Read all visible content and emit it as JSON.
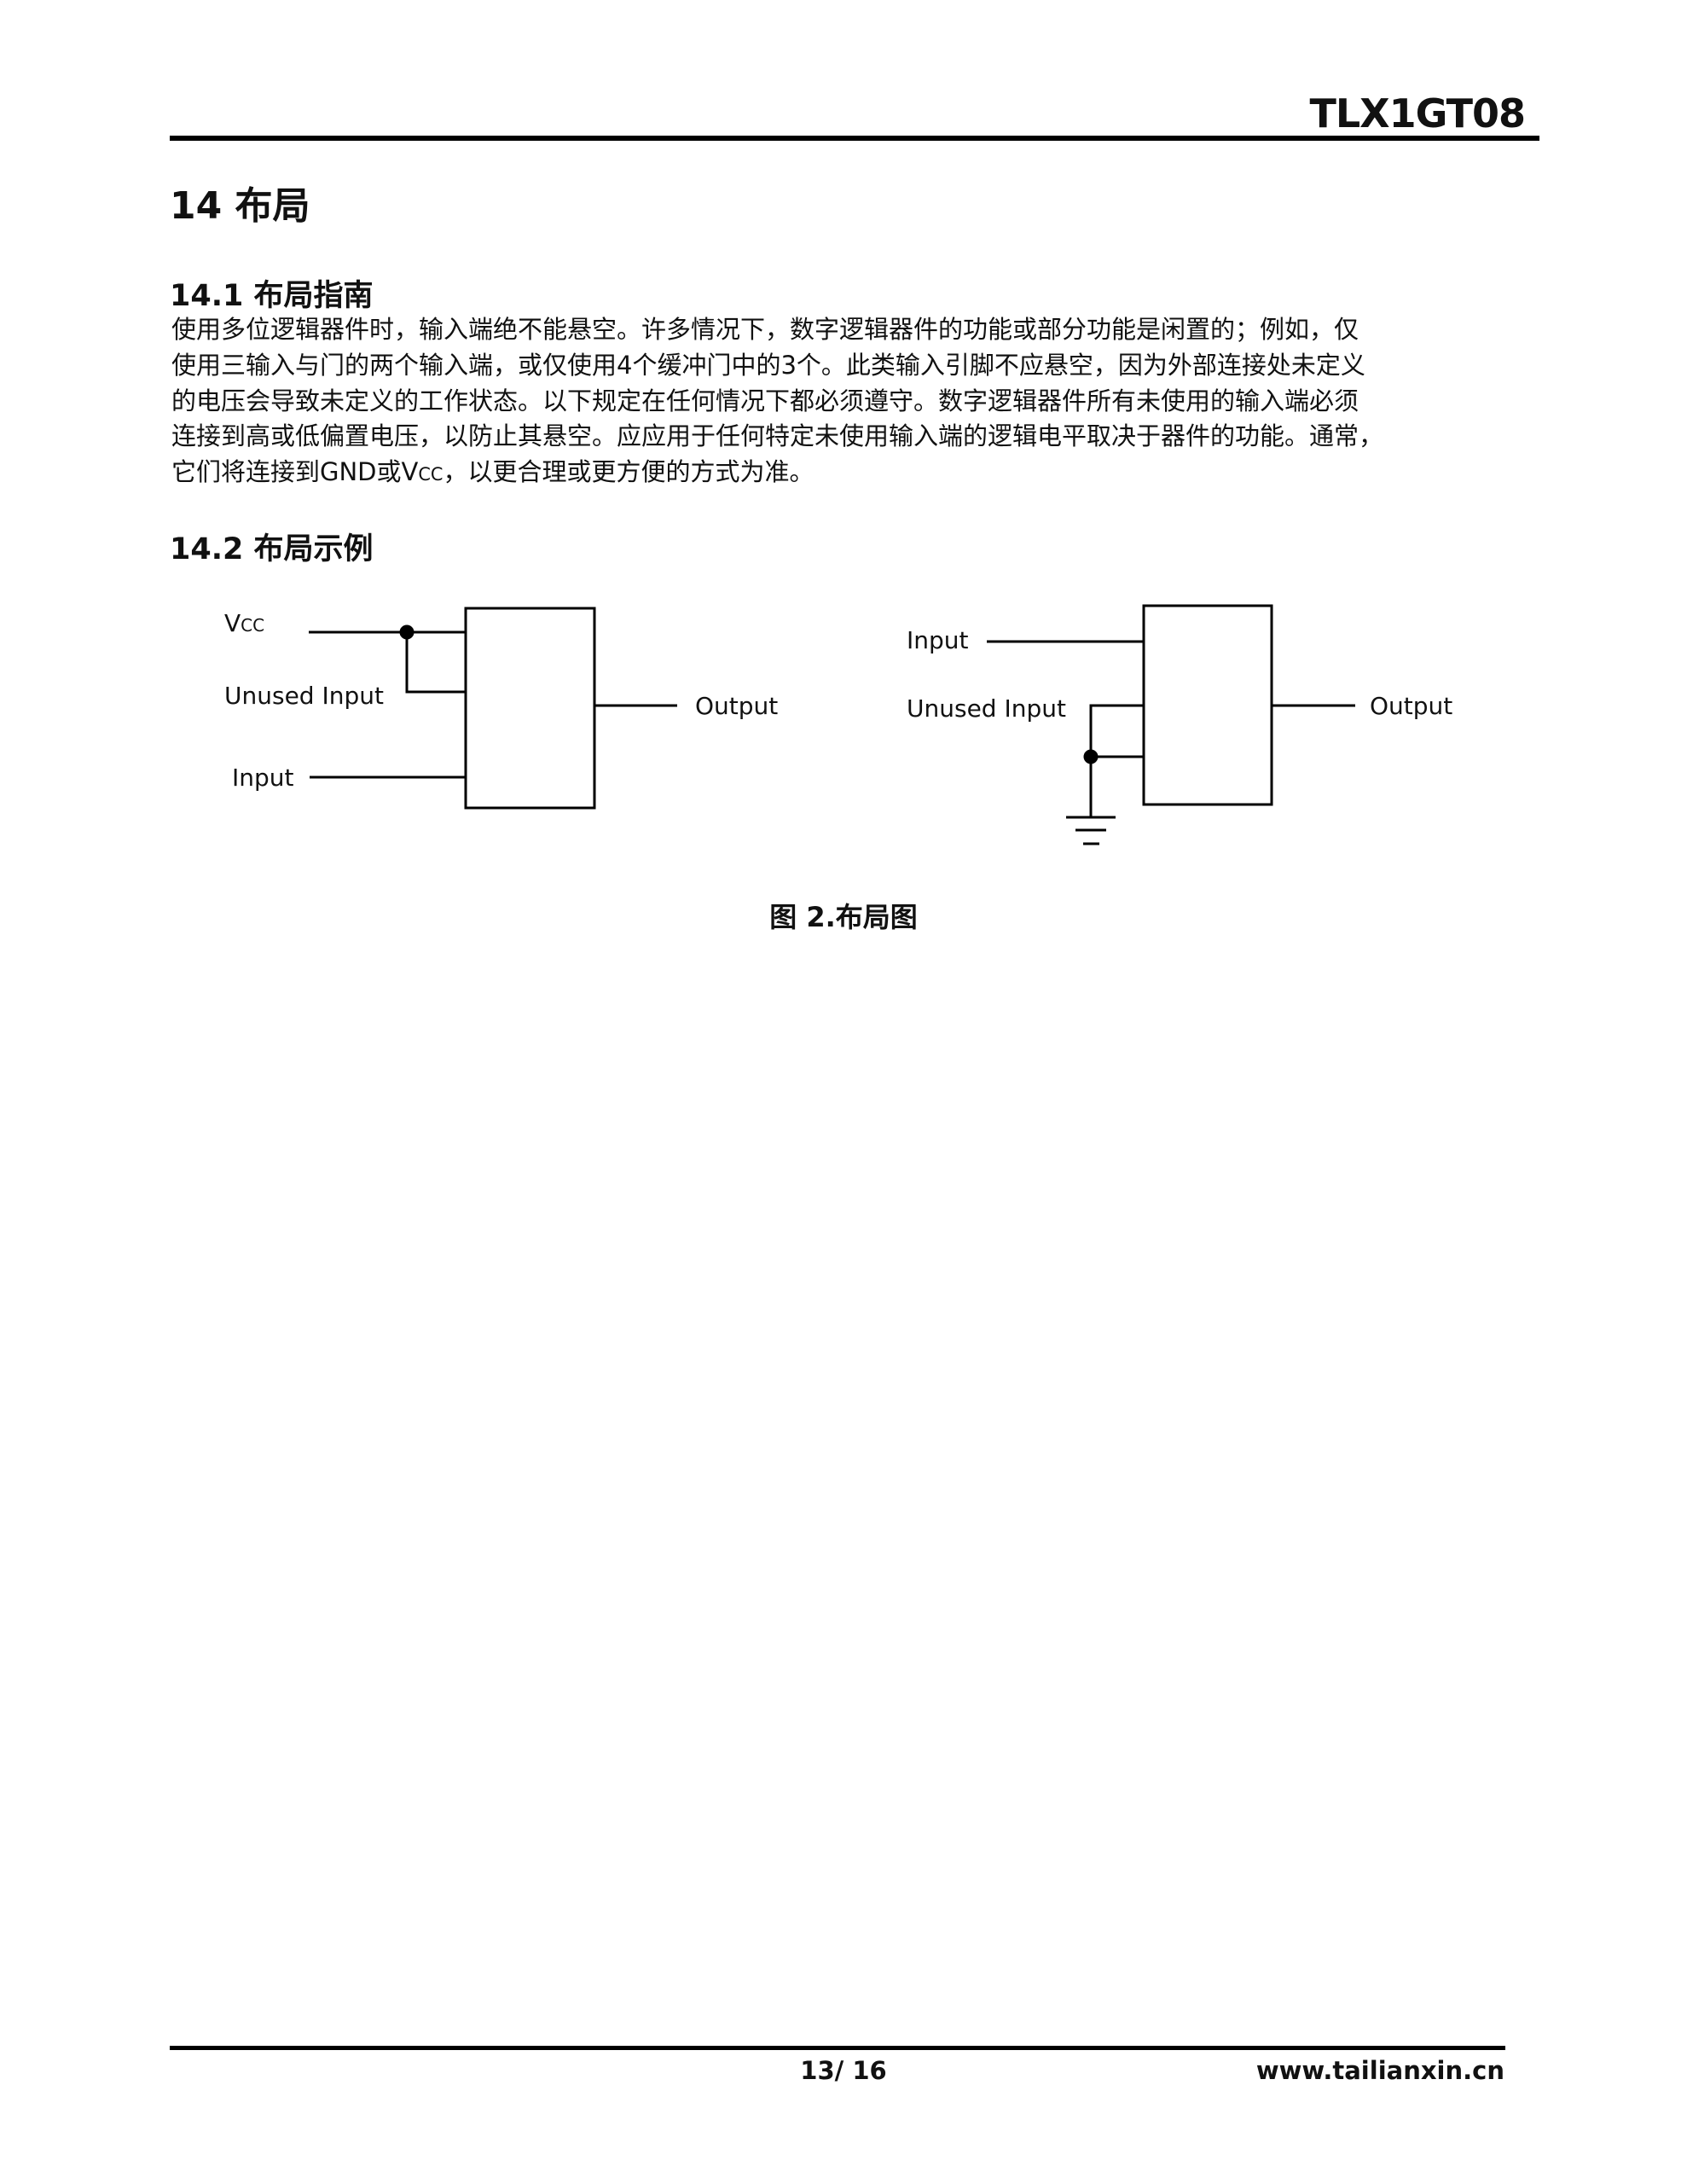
{
  "header": {
    "doc_id": "TLX1GT08"
  },
  "section": {
    "title": "14 布局",
    "sub1": {
      "title": "14.1 布局指南",
      "lines": [
        "使用多位逻辑器件时，输入端绝不能悬空。许多情况下，数字逻辑器件的功能或部分功能是闲置的；例如，仅",
        "使用三输入与门的两个输入端，或仅使用4个缓冲门中的3个。此类输入引脚不应悬空，因为外部连接处未定义",
        "的电压会导致未定义的工作状态。以下规定在任何情况下都必须遵守。数字逻辑器件所有未使用的输入端必须",
        "连接到高或低偏置电压，以防止其悬空。应应用于任何特定未使用输入端的逻辑电平取决于器件的功能。通常，"
      ],
      "last_line_pre": "它们将连接到GND或V",
      "last_line_sub": "CC",
      "last_line_post": "，以更合理或更方便的方式为准。"
    },
    "sub2": {
      "title": "14.2 布局示例"
    }
  },
  "figure": {
    "left": {
      "vcc": "V",
      "vcc_sub": "CC",
      "unused": "Unused Input",
      "input": "Input",
      "output": "Output"
    },
    "right": {
      "input": "Input",
      "unused": "Unused Input",
      "output": "Output"
    },
    "caption": "图 2.布局图"
  },
  "footer": {
    "page": "13/ 16",
    "site": "www.tailianxin.cn"
  }
}
